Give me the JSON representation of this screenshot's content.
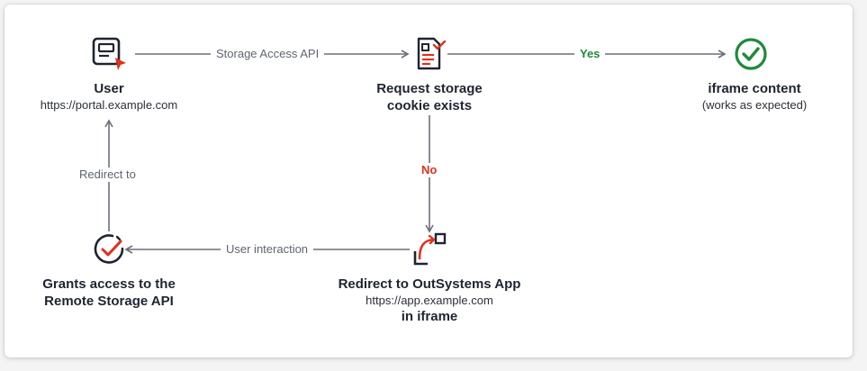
{
  "nodes": {
    "user": {
      "title": "User",
      "url": "https://portal.example.com"
    },
    "request_storage": {
      "title_line1": "Request storage",
      "title_line2": "cookie exists"
    },
    "iframe_content": {
      "title": "iframe content",
      "note": "(works as expected)"
    },
    "redirect_app": {
      "title": "Redirect to OutSystems App",
      "url": "https://app.example.com",
      "title_line2": "in iframe"
    },
    "grants_access": {
      "title_line1": "Grants access to the",
      "title_line2": "Remote Storage API"
    }
  },
  "edges": {
    "user_to_request": "Storage Access API",
    "request_to_iframe": "Yes",
    "request_to_redirect": "No",
    "redirect_to_grants": "User interaction",
    "grants_to_user": "Redirect to"
  },
  "icons": {
    "user": "monitor-cursor-icon",
    "request_storage": "checklist-document-icon",
    "iframe_content": "check-circle-icon",
    "redirect_app": "redirect-arrow-icon",
    "grants_access": "refresh-check-icon"
  },
  "colors": {
    "accent": "#e2301c",
    "success": "#1f8a3a",
    "ink": "#1f2430",
    "arrow": "#6b6f78"
  }
}
